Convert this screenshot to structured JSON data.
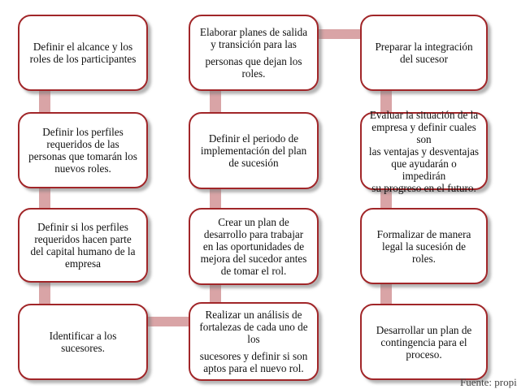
{
  "flowchart": {
    "column1": [
      {
        "lines": [
          "Definir el alcance y los",
          "roles de los participantes"
        ]
      },
      {
        "lines": [
          "Definir los perfiles",
          "requeridos de las",
          "personas que tomarán los",
          "nuevos roles."
        ]
      },
      {
        "lines": [
          "Definir si los perfiles",
          "requeridos hacen parte",
          "del capital humano de la",
          "empresa"
        ]
      },
      {
        "lines": [
          "Identificar a los",
          "sucesores."
        ]
      }
    ],
    "column2": [
      {
        "lines": [
          "Elaborar planes de salida",
          "y transición para las",
          "personas que dejan los",
          "roles."
        ]
      },
      {
        "lines": [
          "Definir el periodo de",
          "implementación del plan",
          "de sucesión"
        ]
      },
      {
        "lines": [
          "Crear un plan de",
          "desarrollo para  trabajar",
          "en las oportunidades de",
          "mejora del sucedor antes",
          "de tomar el rol."
        ]
      },
      {
        "lines": [
          "Realizar un análisis de",
          "fortalezas de cada uno de",
          "los",
          "sucesores y definir si son",
          "aptos para el nuevo rol."
        ]
      }
    ],
    "column3": [
      {
        "lines": [
          "Preparar la integración",
          "del sucesor"
        ]
      },
      {
        "lines": [
          "Evaluar la situación de la",
          "empresa y definir cuales",
          "son",
          "las ventajas y desventajas",
          "que ayudarán o impedirán",
          "su progreso en el futuro."
        ]
      },
      {
        "lines": [
          "Formalizar de manera",
          "legal la sucesión de",
          "roles."
        ]
      },
      {
        "lines": [
          "Desarrollar un plan de",
          "contingencia para el",
          "proceso."
        ]
      }
    ]
  },
  "footer_text": "Fuente: propia"
}
